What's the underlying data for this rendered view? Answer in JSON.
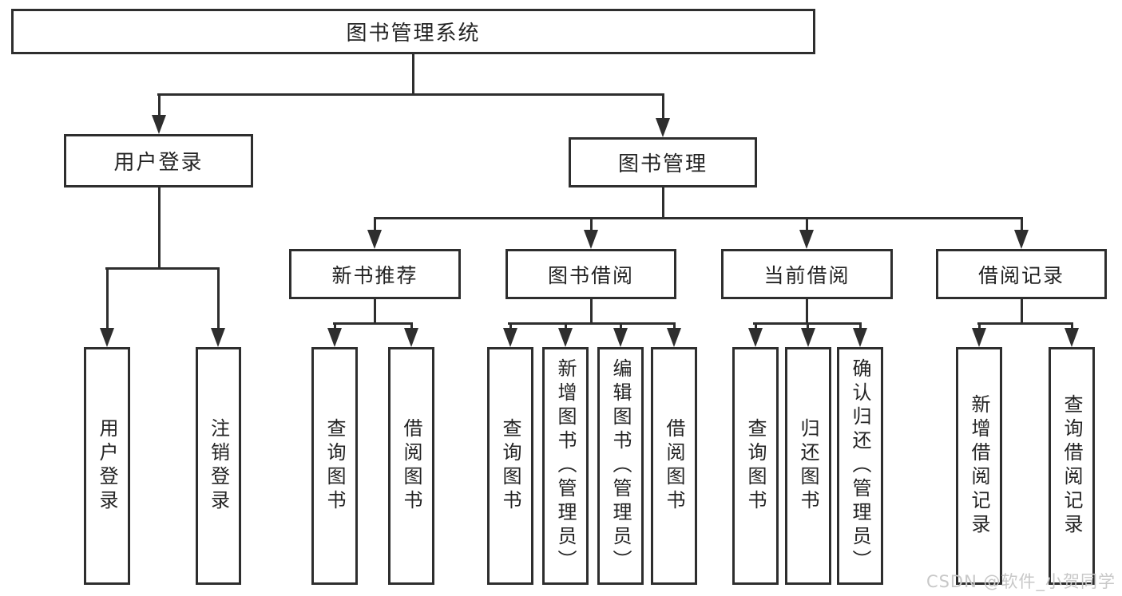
{
  "tree": {
    "label": "图书管理系统",
    "children": [
      {
        "label": "用户登录",
        "children": [
          {
            "label": "用户登录"
          },
          {
            "label": "注销登录"
          }
        ]
      },
      {
        "label": "图书管理",
        "children": [
          {
            "label": "新书推荐",
            "children": [
              {
                "label": "查询图书"
              },
              {
                "label": "借阅图书"
              }
            ]
          },
          {
            "label": "图书借阅",
            "children": [
              {
                "label": "查询图书"
              },
              {
                "label": "新增图书（管理员）"
              },
              {
                "label": "编辑图书（管理员）"
              },
              {
                "label": "借阅图书"
              }
            ]
          },
          {
            "label": "当前借阅",
            "children": [
              {
                "label": "查询图书"
              },
              {
                "label": "归还图书"
              },
              {
                "label": "确认归还（管理员）"
              }
            ]
          },
          {
            "label": "借阅记录",
            "children": [
              {
                "label": "新增借阅记录"
              },
              {
                "label": "查询借阅记录"
              }
            ]
          }
        ]
      }
    ]
  },
  "watermark": {
    "text": "CSDN @软件_小贺同学"
  },
  "colors": {
    "line": "#2e2e2e",
    "text": "#232323",
    "watermark": "#c8c8c8"
  }
}
